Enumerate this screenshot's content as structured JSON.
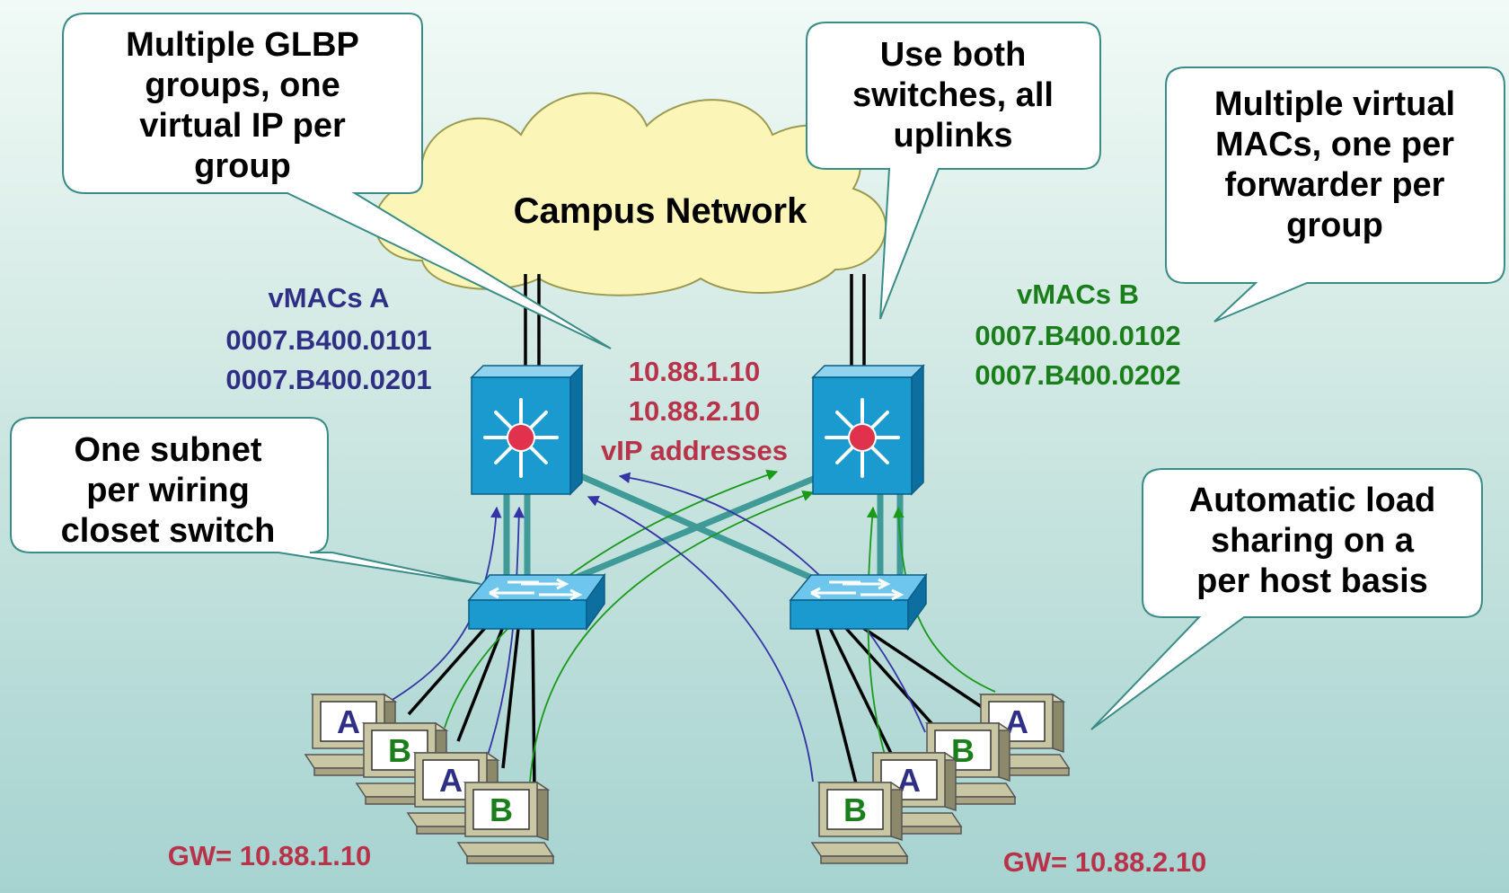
{
  "cloud": {
    "label": "Campus Network"
  },
  "callouts": {
    "glbp_groups": [
      "Multiple GLBP",
      "groups, one",
      "virtual IP per",
      "group"
    ],
    "both_switches": [
      "Use both",
      "switches, all",
      "uplinks"
    ],
    "virtual_macs": [
      "Multiple virtual",
      "MACs, one per",
      "forwarder per",
      "group"
    ],
    "subnet": [
      "One subnet",
      "per wiring",
      "closet switch"
    ],
    "load_sharing": [
      "Automatic load",
      "sharing on a",
      "per host basis"
    ]
  },
  "vmacs_a": {
    "title": "vMACs A",
    "addresses": [
      "0007.B400.0101",
      "0007.B400.0201"
    ]
  },
  "vmacs_b": {
    "title": "vMACs B",
    "addresses": [
      "0007.B400.0102",
      "0007.B400.0202"
    ]
  },
  "vip": {
    "lines": [
      "10.88.1.10",
      "10.88.2.10",
      "vIP addresses"
    ]
  },
  "gateways": {
    "left": "GW= 10.88.1.10",
    "right": "GW= 10.88.2.10"
  },
  "hosts": {
    "left": [
      "A",
      "B",
      "A",
      "B"
    ],
    "right": [
      "A",
      "B",
      "A",
      "B"
    ]
  },
  "colors": {
    "group_a": "#2f2f85",
    "group_b": "#1a7f1a",
    "vip": "#b8334a",
    "cloud": "#fbf6b8",
    "switch": "#1b9ad0",
    "uplink": "#3f9a98"
  }
}
